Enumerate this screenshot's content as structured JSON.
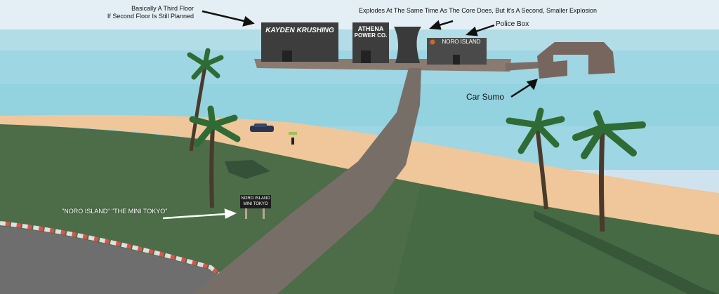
{
  "annotations": {
    "third_floor_line1": "Basically A Third Floor",
    "third_floor_line2": "If Second Floor Is Still Planned",
    "explodes": "Explodes At The Same Time As The Core Does, But It's A Second, Smaller Explosion",
    "police_box": "Police Box",
    "car_sumo": "Car Sumo",
    "noro_island": "\"NORO ISLAND\" \"THE MINI TOKYO\""
  },
  "buildings": {
    "kayden": "KAYDEN KRUSHING",
    "athena_line1": "ATHENA",
    "athena_line2": "POWER CO.",
    "noro": "NORO ISLAND"
  },
  "sign": {
    "line1": "NORO ISLAND",
    "line2": "MINI TOKYO"
  },
  "colors": {
    "sky": "#d9eaf3",
    "water": "#8fd0de",
    "sand": "#efc79a",
    "grass": "#4a6b45",
    "path": "#776c66",
    "building": "#3e3e3e"
  }
}
